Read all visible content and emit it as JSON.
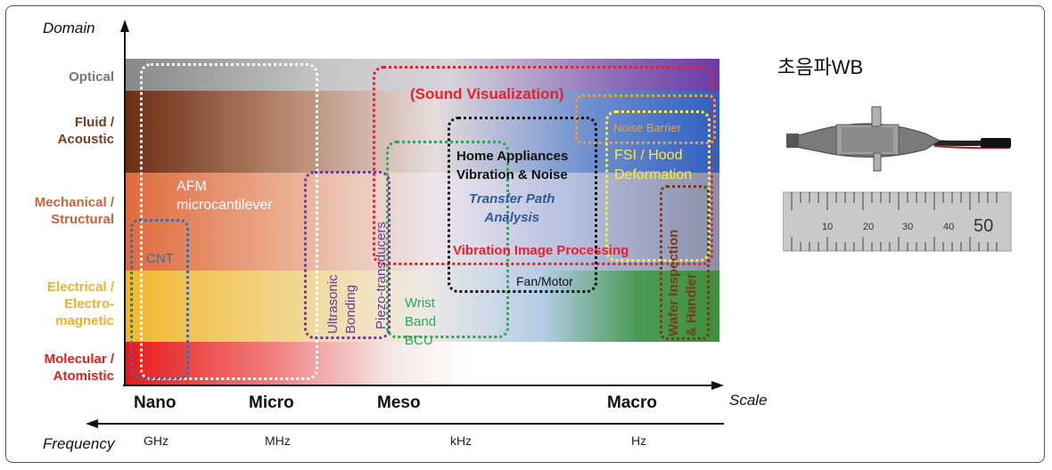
{
  "axes": {
    "y_title": "Domain",
    "x_title": "Scale",
    "freq_title": "Frequency"
  },
  "domains": [
    {
      "label": "Optical",
      "color": "#777777"
    },
    {
      "label": "Fluid /\nAcoustic",
      "color": "#7a3a20"
    },
    {
      "label": "Mechanical /\nStructural",
      "color": "#c8643a"
    },
    {
      "label": "Electrical /\nElectro-\nmagnetic",
      "color": "#f0b030"
    },
    {
      "label": "Molecular /\nAtomistic",
      "color": "#e02020"
    }
  ],
  "scales": [
    "Nano",
    "Micro",
    "Meso",
    "Macro"
  ],
  "frequencies": [
    "GHz",
    "MHz",
    "kHz",
    "Hz"
  ],
  "regions": {
    "cnt": "CNT",
    "afm": "AFM\nmicrocantilever",
    "ultrasonic": "Ultrasonic\nBonding",
    "piezo": "Piezo-transducers",
    "wrist": "Wrist\nBand\nBCU",
    "home": "Home Appliances\nVibration & Noise",
    "transfer": "Transfer Path\nAnalysis",
    "vip": "Vibration Image Processing",
    "fan": "Fan/Motor",
    "sound": "(Sound Visualization)",
    "noise": "Noise Barrier",
    "fsi": "FSI / Hood\nDeformation",
    "wafer": "Wafer Inspection\n& Handler"
  },
  "colors": {
    "sound": "#e8202a",
    "cnt": "#2f6fb6",
    "ultrasonic": "#6a3a9a",
    "wrist": "#2aa85a",
    "home": "#111111",
    "transfer": "#2f5b9a",
    "noise": "#f0a030",
    "fsi": "#ffee33",
    "wafer": "#7a3a1a"
  },
  "photo": {
    "title": "초음파WB",
    "ruler_numbers": [
      "10",
      "20",
      "30",
      "40",
      "50"
    ]
  }
}
